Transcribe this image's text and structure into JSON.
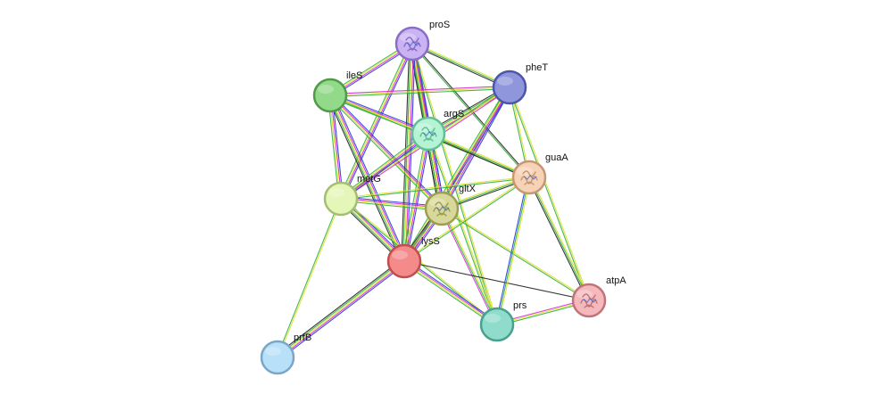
{
  "network": {
    "nodes": [
      {
        "id": "proS",
        "label": "proS",
        "fill": "#c9b3f2",
        "stroke": "#8b6cc8",
        "structure": true
      },
      {
        "id": "pheT",
        "label": "pheT",
        "fill": "#8f96dc",
        "stroke": "#4b56a8",
        "structure": false
      },
      {
        "id": "ileS",
        "label": "ileS",
        "fill": "#93d98a",
        "stroke": "#4f9a48",
        "structure": false
      },
      {
        "id": "argS",
        "label": "argS",
        "fill": "#b6f2d4",
        "stroke": "#5fc096",
        "structure": true
      },
      {
        "id": "guaA",
        "label": "guaA",
        "fill": "#f6d2b6",
        "stroke": "#c89672",
        "structure": true
      },
      {
        "id": "metG",
        "label": "metG",
        "fill": "#e4f7b8",
        "stroke": "#a3c070",
        "structure": false
      },
      {
        "id": "gltX",
        "label": "gltX",
        "fill": "#d8d89a",
        "stroke": "#9e9e52",
        "structure": true
      },
      {
        "id": "lysS",
        "label": "lysS",
        "fill": "#f58a8a",
        "stroke": "#c04e4e",
        "structure": false
      },
      {
        "id": "atpA",
        "label": "atpA",
        "fill": "#f5b8bc",
        "stroke": "#c0747a",
        "structure": true
      },
      {
        "id": "prs",
        "label": "prs",
        "fill": "#8fdccc",
        "stroke": "#48a08e",
        "structure": false
      },
      {
        "id": "prfB",
        "label": "prfB",
        "fill": "#b8e0f8",
        "stroke": "#7aa6c8",
        "structure": false
      }
    ],
    "edges": [
      {
        "source": "proS",
        "target": "pheT",
        "colors": [
          "#e0e030",
          "#33b040",
          "#222222"
        ]
      },
      {
        "source": "proS",
        "target": "ileS",
        "colors": [
          "#2a3bd8",
          "#d030d0",
          "#e0e030",
          "#33b040"
        ]
      },
      {
        "source": "proS",
        "target": "argS",
        "colors": [
          "#2a3bd8",
          "#d030d0",
          "#e0e030",
          "#33b040"
        ]
      },
      {
        "source": "proS",
        "target": "metG",
        "colors": [
          "#2a3bd8",
          "#d030d0",
          "#e0e030",
          "#33b040"
        ]
      },
      {
        "source": "proS",
        "target": "gltX",
        "colors": [
          "#2a3bd8",
          "#d030d0",
          "#e0e030",
          "#33b040",
          "#222222"
        ]
      },
      {
        "source": "proS",
        "target": "lysS",
        "colors": [
          "#2a3bd8",
          "#d030d0",
          "#e0e030",
          "#33b040",
          "#222222"
        ]
      },
      {
        "source": "proS",
        "target": "guaA",
        "colors": [
          "#222222",
          "#33b040"
        ]
      },
      {
        "source": "proS",
        "target": "prs",
        "colors": [
          "#e0e030",
          "#33b040"
        ]
      },
      {
        "source": "ileS",
        "target": "pheT",
        "colors": [
          "#d030d0",
          "#e0e030",
          "#33b040"
        ]
      },
      {
        "source": "ileS",
        "target": "argS",
        "colors": [
          "#2a3bd8",
          "#d030d0",
          "#e0e030",
          "#33b040"
        ]
      },
      {
        "source": "ileS",
        "target": "metG",
        "colors": [
          "#2a3bd8",
          "#d030d0",
          "#e0e030",
          "#33b040"
        ]
      },
      {
        "source": "ileS",
        "target": "gltX",
        "colors": [
          "#2a3bd8",
          "#d030d0",
          "#e0e030",
          "#33b040"
        ]
      },
      {
        "source": "ileS",
        "target": "lysS",
        "colors": [
          "#2a3bd8",
          "#d030d0",
          "#e0e030",
          "#33b040",
          "#222222"
        ]
      },
      {
        "source": "ileS",
        "target": "guaA",
        "colors": [
          "#e0e030",
          "#33b040"
        ]
      },
      {
        "source": "pheT",
        "target": "argS",
        "colors": [
          "#d030d0",
          "#e0e030",
          "#33b040",
          "#222222"
        ]
      },
      {
        "source": "pheT",
        "target": "metG",
        "colors": [
          "#d030d0",
          "#e0e030",
          "#33b040"
        ]
      },
      {
        "source": "pheT",
        "target": "gltX",
        "colors": [
          "#2a3bd8",
          "#d030d0",
          "#e0e030",
          "#33b040"
        ]
      },
      {
        "source": "pheT",
        "target": "lysS",
        "colors": [
          "#2a3bd8",
          "#d030d0",
          "#e0e030",
          "#33b040"
        ]
      },
      {
        "source": "pheT",
        "target": "guaA",
        "colors": [
          "#e0e030",
          "#33b040"
        ]
      },
      {
        "source": "pheT",
        "target": "atpA",
        "colors": [
          "#e0e030",
          "#33b040"
        ]
      },
      {
        "source": "argS",
        "target": "metG",
        "colors": [
          "#2a3bd8",
          "#d030d0",
          "#e0e030",
          "#33b040"
        ]
      },
      {
        "source": "argS",
        "target": "gltX",
        "colors": [
          "#2a3bd8",
          "#d030d0",
          "#e0e030",
          "#33b040",
          "#222222"
        ]
      },
      {
        "source": "argS",
        "target": "lysS",
        "colors": [
          "#2a3bd8",
          "#d030d0",
          "#e0e030",
          "#33b040"
        ]
      },
      {
        "source": "argS",
        "target": "guaA",
        "colors": [
          "#e0e030",
          "#33b040",
          "#222222"
        ]
      },
      {
        "source": "argS",
        "target": "prs",
        "colors": [
          "#e0e030",
          "#33b040"
        ]
      },
      {
        "source": "metG",
        "target": "gltX",
        "colors": [
          "#2a3bd8",
          "#d030d0",
          "#e0e030",
          "#33b040"
        ]
      },
      {
        "source": "metG",
        "target": "lysS",
        "colors": [
          "#2a3bd8",
          "#d030d0",
          "#e0e030",
          "#33b040",
          "#222222"
        ]
      },
      {
        "source": "metG",
        "target": "guaA",
        "colors": [
          "#e0e030",
          "#33b040"
        ]
      },
      {
        "source": "metG",
        "target": "prs",
        "colors": [
          "#e0e030",
          "#33b040"
        ]
      },
      {
        "source": "metG",
        "target": "prfB",
        "colors": [
          "#e0e030",
          "#33b040"
        ]
      },
      {
        "source": "gltX",
        "target": "lysS",
        "colors": [
          "#2a3bd8",
          "#d030d0",
          "#e0e030",
          "#33b040",
          "#222222"
        ]
      },
      {
        "source": "gltX",
        "target": "guaA",
        "colors": [
          "#e0e030",
          "#33b040",
          "#222222"
        ]
      },
      {
        "source": "gltX",
        "target": "prs",
        "colors": [
          "#e0e030",
          "#33b040",
          "#d030d0"
        ]
      },
      {
        "source": "gltX",
        "target": "atpA",
        "colors": [
          "#e0e030",
          "#33b040"
        ]
      },
      {
        "source": "lysS",
        "target": "guaA",
        "colors": [
          "#e0e030",
          "#33b040"
        ]
      },
      {
        "source": "lysS",
        "target": "prs",
        "colors": [
          "#2a3bd8",
          "#d030d0",
          "#e0e030",
          "#33b040"
        ]
      },
      {
        "source": "lysS",
        "target": "prfB",
        "colors": [
          "#2a3bd8",
          "#d030d0",
          "#e0e030",
          "#33b040",
          "#222222"
        ]
      },
      {
        "source": "lysS",
        "target": "atpA",
        "colors": [
          "#222222"
        ]
      },
      {
        "source": "guaA",
        "target": "prs",
        "colors": [
          "#e0e030",
          "#33b040",
          "#2a3bd8"
        ]
      },
      {
        "source": "guaA",
        "target": "atpA",
        "colors": [
          "#e0e030",
          "#33b040",
          "#222222"
        ]
      },
      {
        "source": "prs",
        "target": "atpA",
        "colors": [
          "#d030d0",
          "#e0e030",
          "#33b040"
        ]
      }
    ]
  }
}
